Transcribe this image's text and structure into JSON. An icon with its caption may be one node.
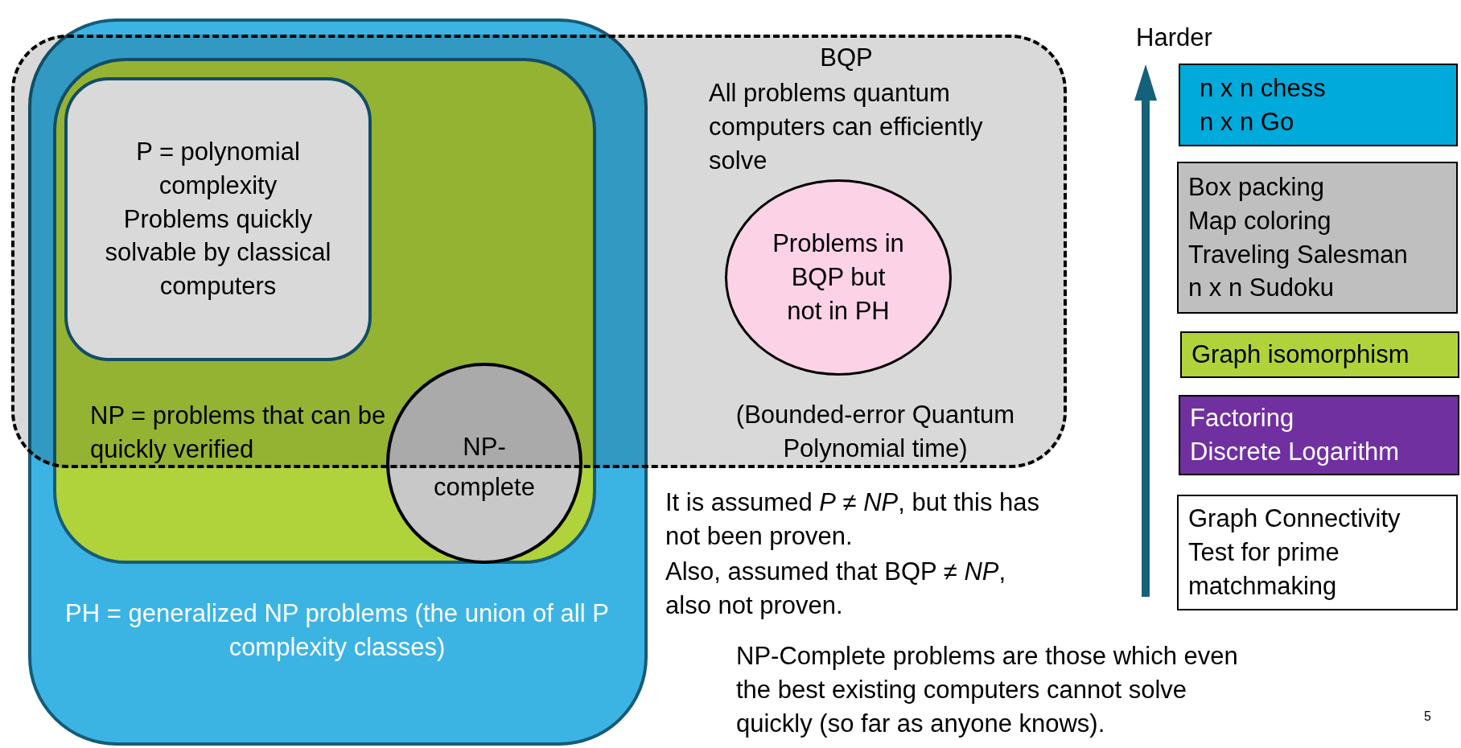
{
  "diagram": {
    "nodes": [
      {
        "text": [
          "BQP",
          "All problems quantum computers can efficiently solve",
          "(Bounded-error Quantum Polynomial time)"
        ]
      },
      {
        "text": [
          "PH = generalized NP problems (the union of all P complexity classes)"
        ]
      },
      {
        "text": [
          "NP = problems that can be quickly verified"
        ],
        "in": 1
      },
      {
        "text": [
          "P = polynomial complexity",
          "Problems quickly solvable by classical computers"
        ],
        "in": 2
      },
      {
        "text": [
          "NP- complete"
        ],
        "in": 2
      },
      {
        "text": [
          "Problems in BQP but not in PH"
        ],
        "in": 0
      },
      {
        "text": [
          "n x n chess",
          "n x n Go"
        ]
      },
      {
        "text": [
          "Box packing",
          "Map coloring",
          "Traveling Salesman",
          "n x n Sudoku"
        ]
      },
      {
        "text": [
          "Graph isomorphism"
        ]
      },
      {
        "text": [
          "Factoring",
          "Discrete Logarithm"
        ]
      },
      {
        "text": [
          "Graph Connectivity",
          "Test for prime",
          "matchmaking"
        ]
      }
    ],
    "labels": [
      "Harder",
      "It is assumed *P* ≠ *NP*, but this has not been proven.",
      "Also, assumed that BQP ≠ *NP*, also not proven.",
      "NP-Complete problems are those which even the best existing computers cannot solve quickly (so far as anyone knows).",
      "5"
    ]
  }
}
